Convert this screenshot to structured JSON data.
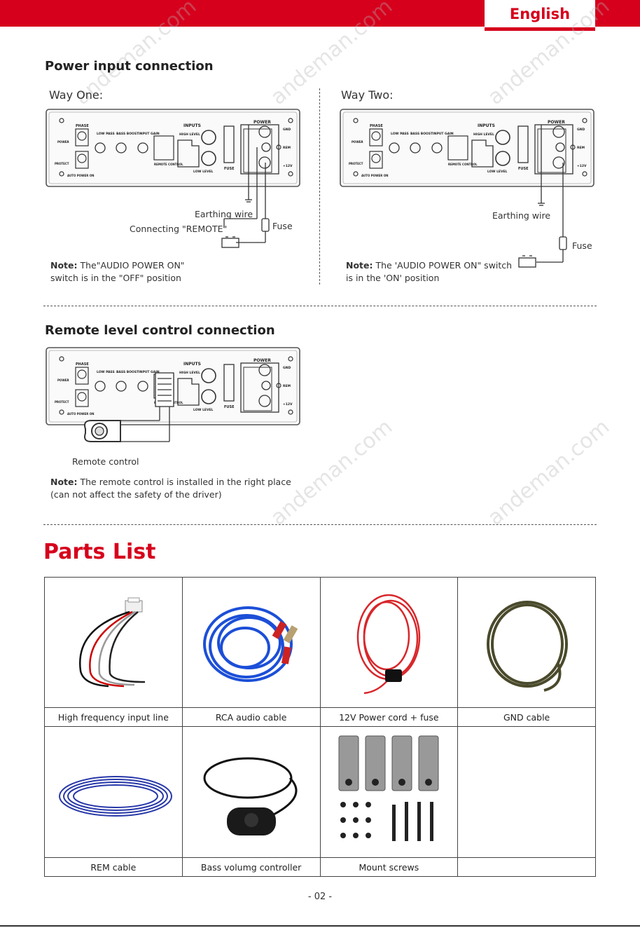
{
  "header": {
    "language": "English"
  },
  "power_section": {
    "title": "Power input connection",
    "way_one": {
      "label": "Way One:",
      "earthing": "Earthing wire",
      "remote": "Connecting \"REMOTE\"",
      "fuse": "Fuse",
      "note_bold": "Note:",
      "note_line1": " The\"AUDIO POWER ON\"",
      "note_line2": "switch is in the \"OFF\" position"
    },
    "way_two": {
      "label": "Way Two:",
      "earthing": "Earthing wire",
      "fuse": "Fuse",
      "note_bold": "Note:",
      "note_line1": " The 'AUDIO POWER ON\" switch",
      "note_line2": "is in the 'ON' position"
    }
  },
  "remote_section": {
    "title": "Remote level control connection",
    "remote_label": "Remote control",
    "note_bold": "Note:",
    "note_line1": " The remote control is installed in the right place",
    "note_line2": " (can not affect the safety of the driver)"
  },
  "panel": {
    "phase": "PHASE",
    "power": "POWER",
    "protect": "PROTECT",
    "auto_power_on": "AUTO POWER ON",
    "low_pass": "LOW PASS",
    "bass_boost": "BASS BOOST",
    "input_gain": "INPUT GAIN",
    "inputs": "INPUTS",
    "high_level": "HIGH LEVEL",
    "low_level": "LOW LEVEL",
    "remote_control": "REMOTE CONTROL",
    "fuse": "FUSE",
    "power_block": "POWER",
    "gnd": "GND",
    "rem": "REM",
    "v12": "+12V"
  },
  "parts": {
    "title": "Parts List",
    "row1": [
      "High frequency input line",
      "RCA audio cable",
      "12V Power cord + fuse",
      "GND cable"
    ],
    "row2": [
      "REM cable",
      "Bass volumg controller",
      "Mount screws",
      ""
    ]
  },
  "footer": {
    "page": "- 02 -"
  },
  "colors": {
    "brand_red": "#d6001c",
    "rca_blue": "#1c4fd8",
    "power_red": "#d8262a",
    "gnd_olive": "#4a4a2c",
    "rem_blue": "#2838a8"
  }
}
